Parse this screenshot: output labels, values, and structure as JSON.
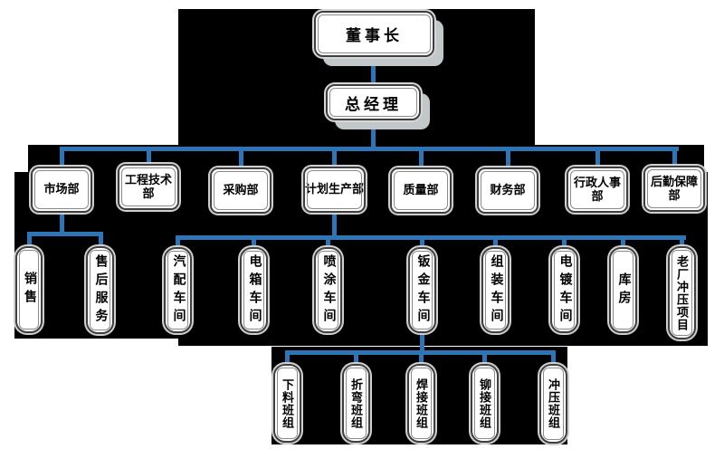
{
  "diagram": {
    "type": "org-chart",
    "colors": {
      "connector_blue": "#2E75B6",
      "panel_black": "#000000",
      "node_fill": "#FFFFFF",
      "node_border": "#3F3F3F",
      "node_shadow": "#C2C7CA"
    },
    "level1": {
      "chairman": "董事长"
    },
    "level2": {
      "general_manager": "总经理"
    },
    "departments": [
      "市场部",
      "工程技术部",
      "采购部",
      "计划生产部",
      "质量部",
      "财务部",
      "行政人事部",
      "后勤保障部"
    ],
    "marketing_units": [
      "销售",
      "售后服务"
    ],
    "production_units": [
      "汽配车间",
      "电箱车间",
      "喷涂车间",
      "钣金车间",
      "组装车间",
      "电镀车间",
      "库房",
      "老厂冲压项目"
    ],
    "sheet_metal_teams": [
      "下料班组",
      "折弯班组",
      "焊接班组",
      "铆接班组",
      "冲压班组"
    ],
    "hierarchy": {
      "董事长": [
        "总经理"
      ],
      "总经理": [
        "市场部",
        "工程技术部",
        "采购部",
        "计划生产部",
        "质量部",
        "财务部",
        "行政人事部",
        "后勤保障部"
      ],
      "市场部": [
        "销售",
        "售后服务"
      ],
      "计划生产部": [
        "汽配车间",
        "电箱车间",
        "喷涂车间",
        "钣金车间",
        "组装车间",
        "电镀车间",
        "库房",
        "老厂冲压项目"
      ],
      "钣金车间": [
        "下料班组",
        "折弯班组",
        "焊接班组",
        "铆接班组",
        "冲压班组"
      ]
    }
  }
}
